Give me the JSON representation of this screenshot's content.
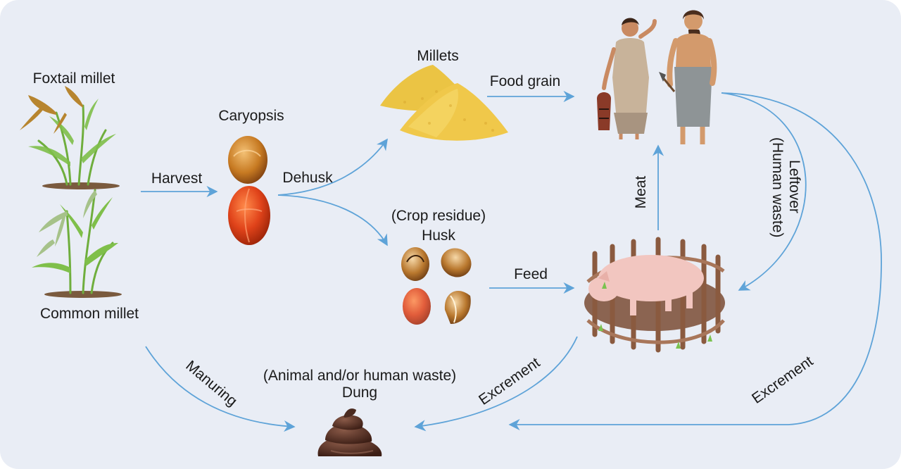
{
  "colors": {
    "panel_bg": "#e9edf5",
    "arrow": "#5ea3d8",
    "grain_yellow": "#e9c04a",
    "caryopsis_orange": "#d8481c",
    "dung_brown": "#5a3326",
    "pig_pink": "#f2c6c0",
    "fence_brown": "#8a5a3f",
    "mud_brown": "#8b6451"
  },
  "labels": {
    "foxtail_millet": "Foxtail millet",
    "common_millet": "Common millet",
    "caryopsis": "Caryopsis",
    "harvest": "Harvest",
    "dehusk": "Dehusk",
    "millets": "Millets",
    "food_grain": "Food grain",
    "crop_residue": "(Crop residue)",
    "husk": "Husk",
    "feed": "Feed",
    "meat": "Meat",
    "human_waste": "(Human waste)",
    "leftover": "Leftover",
    "manuring": "Manuring",
    "animal_human_waste": "(Animal and/or human waste)",
    "dung": "Dung",
    "excrement_pig": "Excrement",
    "excrement_human": "Excrement"
  },
  "icons": {
    "foxtail_millet_plant": "foxtail-millet-plant-icon",
    "common_millet_plant": "common-millet-plant-icon",
    "caryopsis_grains": "caryopsis-grains-icon",
    "millet_pile": "millet-pile-icon",
    "husks": "husk-icon",
    "people": "people-icon",
    "pig_in_pen": "pig-pen-icon",
    "dung_pile": "dung-icon"
  }
}
